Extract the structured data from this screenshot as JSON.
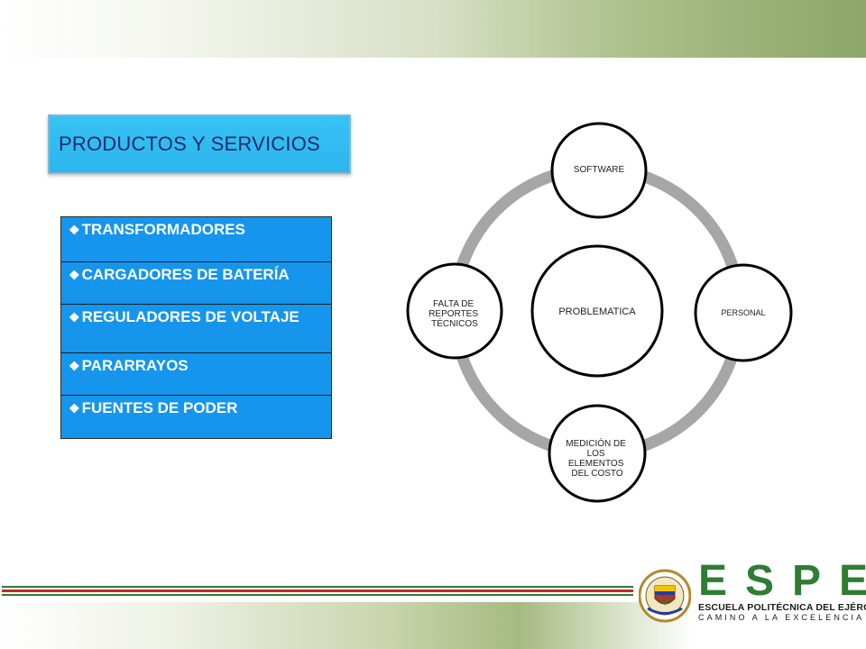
{
  "slide": {
    "title": "PRODUCTOS Y SERVICIOS",
    "products": [
      {
        "label": "TRANSFORMADORES"
      },
      {
        "label": "CARGADORES DE BATERÍA"
      },
      {
        "label": "REGULADORES DE VOLTAJE"
      },
      {
        "label": "PARARRAYOS"
      },
      {
        "label": "FUENTES DE PODER"
      }
    ],
    "bullet_icon": "diamond-bullet-icon"
  },
  "diagram": {
    "center": "PROBLEMATICA",
    "nodes": {
      "top": "SOFTWARE",
      "right": "PERSONAL",
      "bottom": [
        "MEDICIÓN DE",
        "LOS",
        "ELEMENTOS",
        "DEL COSTO"
      ],
      "left": [
        "FALTA DE",
        "REPORTES",
        "TÉCNICOS"
      ]
    },
    "ring_color": "#a6a6a6"
  },
  "logo": {
    "letters": "ESPE",
    "name": "ESCUELA POLITÉCNICA DEL EJÉRCITO",
    "motto": "CAMINO A LA EXCELENCIA",
    "brand_color": "#2e7d32"
  },
  "colors": {
    "title_bg": "#2cb5ee",
    "list_bg": "#1595ec",
    "stripe_red": "#c62828",
    "stripe_green": "#2e7d32"
  }
}
